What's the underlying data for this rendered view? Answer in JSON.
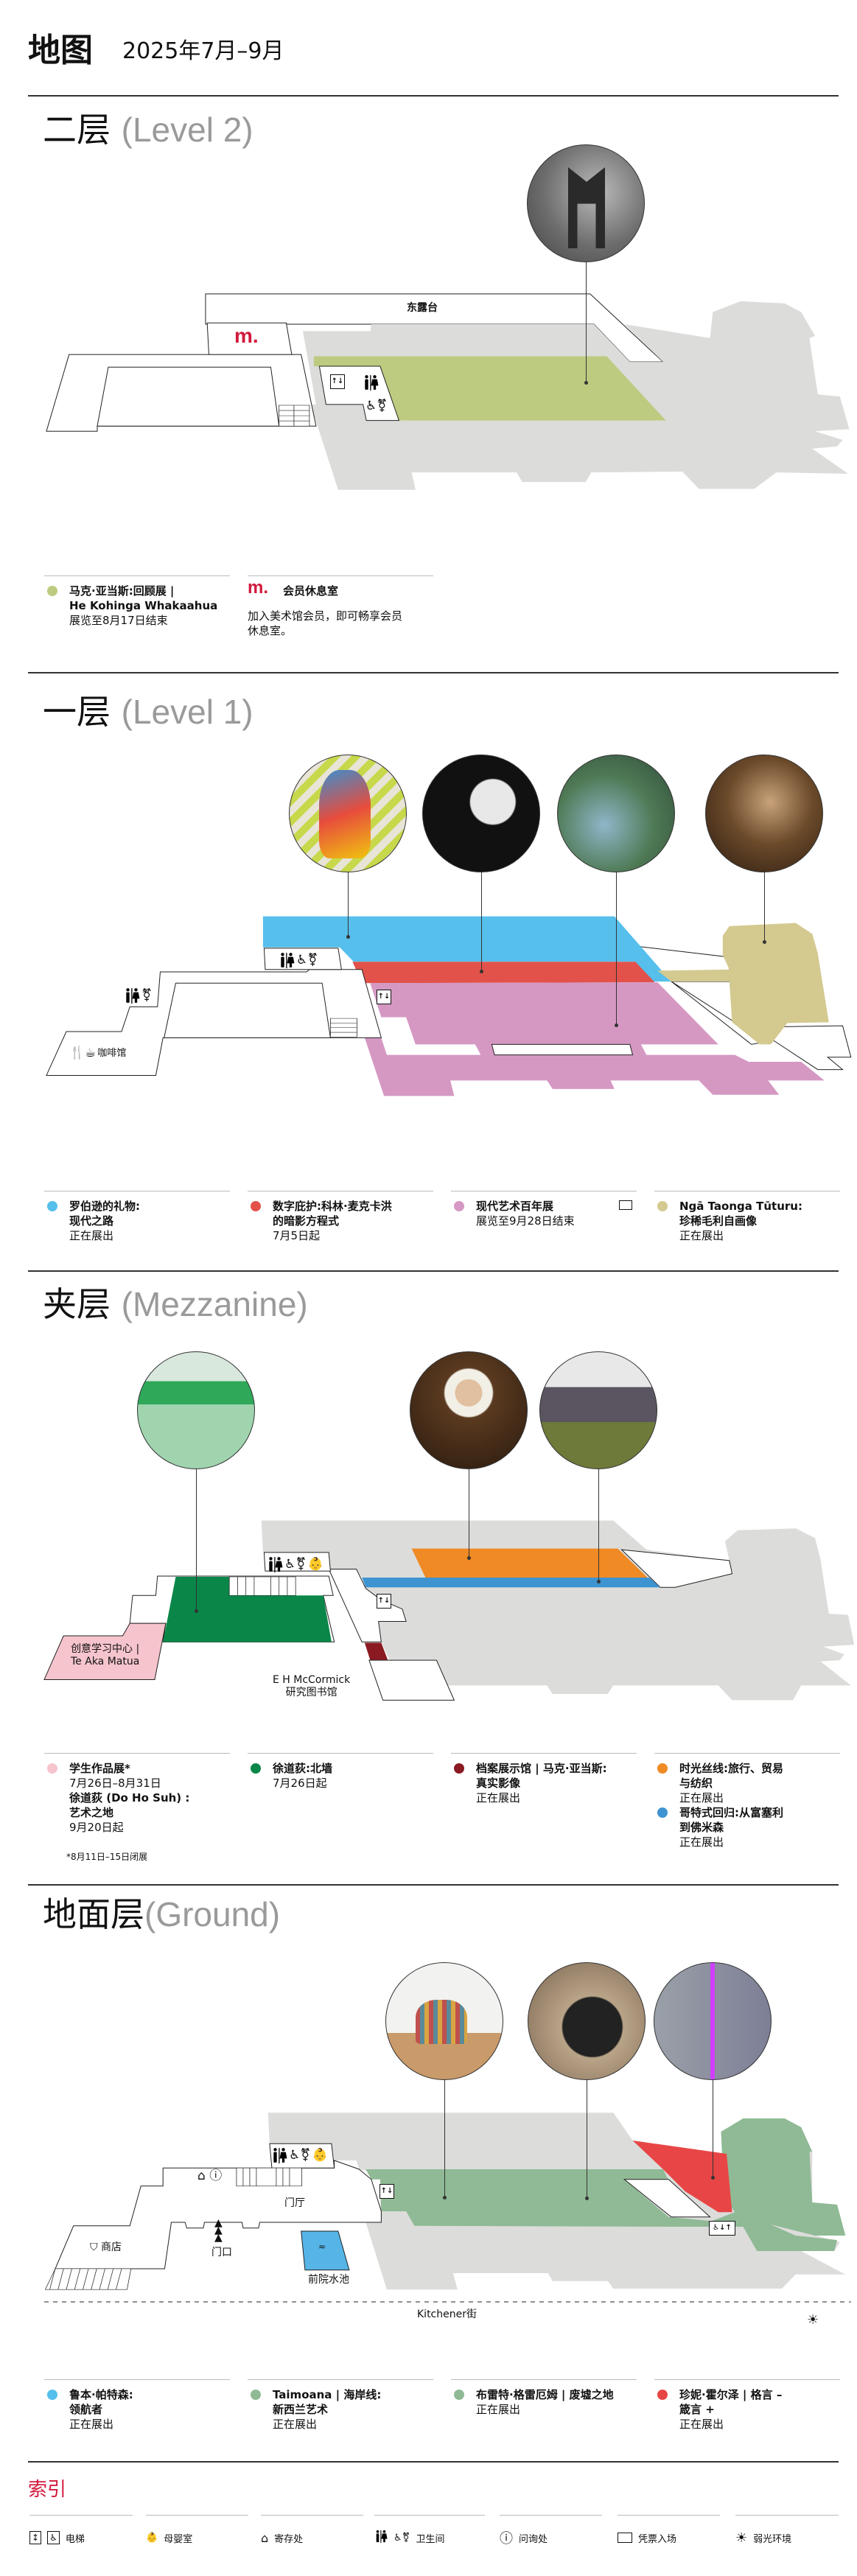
{
  "header": {
    "title": "地图",
    "date": "2025年7月–9月"
  },
  "level2": {
    "name": "二层",
    "en": "(Level 2)",
    "terrace": "东露台",
    "members_mark": "m.",
    "legend": [
      {
        "color": "#bccb7f",
        "title": [
          "马克·亚当斯:回顾展 |",
          "He Kohinga Whakaahua"
        ],
        "detail": [
          "展览至8月17日结束"
        ]
      },
      {
        "mark": "m.",
        "title": "会员休息室",
        "detail": [
          "加入美术馆会员，即可畅享会员",
          "休息室。"
        ]
      }
    ]
  },
  "level1": {
    "name": "一层",
    "en": "(Level 1)",
    "cafe": "咖啡馆",
    "legend": [
      {
        "color": "#56bfec",
        "title": [
          "罗伯逊的礼物:",
          "现代之路"
        ],
        "detail": [
          "正在展出"
        ]
      },
      {
        "color": "#e2524a",
        "title": [
          "数字庇护:科林·麦克卡洪",
          "的暗影方程式"
        ],
        "detail": [
          "7月5日起"
        ]
      },
      {
        "color": "#d598c3",
        "title": [
          "现代艺术百年展"
        ],
        "detail": [
          "展览至9月28日结束"
        ]
      },
      {
        "color": "#d4c98f",
        "title": [
          "Ngā Taonga Tūturu:",
          "珍稀毛利自画像"
        ],
        "detail": [
          "正在展出"
        ]
      }
    ]
  },
  "mezzanine": {
    "name": "夹层",
    "en": "(Mezzanine)",
    "learning_centre": [
      "创意学习中心 |",
      "Te Aka Matua"
    ],
    "library": [
      "E H McCormick",
      "研究图书馆"
    ],
    "legend": [
      {
        "color": "#f6c4cd",
        "title": [
          "学生作品展*"
        ],
        "detail": [
          "7月26日–8月31日"
        ],
        "title2": [
          "徐道荻 (Do Ho Suh) :",
          "艺术之地"
        ],
        "detail2": [
          "9月20日起"
        ]
      },
      {
        "color": "#0a8748",
        "title": [
          "徐道荻:北墙"
        ],
        "detail": [
          "7月26日起"
        ]
      },
      {
        "color": "#8b1a22",
        "title": [
          "档案展示馆 | 马克·亚当斯:",
          "真实影像"
        ],
        "detail": [
          "正在展出"
        ]
      },
      {
        "color": "#f08a24",
        "title": [
          "时光丝线:旅行、贸易",
          "与纺织"
        ],
        "detail": [
          "正在展出"
        ],
        "color2": "#3e93d1",
        "title2": [
          "哥特式回归:从富塞利",
          "到佛米森"
        ],
        "detail2": [
          "正在展出"
        ]
      }
    ],
    "footnote": "*8月11日–15日闭展"
  },
  "ground": {
    "name": "地面层",
    "en": "(Ground)",
    "foyer": "门厅",
    "entrance": "门口",
    "shop": "商店",
    "pool": "前院水池",
    "street": "Kitchener街",
    "legend": [
      {
        "color": "#56bfec",
        "title": [
          "鲁本·帕特森:",
          "领航者"
        ],
        "detail": [
          "正在展出"
        ]
      },
      {
        "color": "#8fba95",
        "title": [
          "Taimoana | 海岸线:",
          "新西兰艺术"
        ],
        "detail": [
          "正在展出"
        ]
      },
      {
        "color": "#8fba95",
        "title": [
          "布雷特·格雷厄姆 | 废墟之地"
        ],
        "detail": [
          "正在展出"
        ]
      },
      {
        "color": "#e84646",
        "title": [
          "珍妮·霍尔泽 | 格言 –",
          "箴言 +"
        ],
        "detail": [
          "正在展出"
        ]
      }
    ]
  },
  "index": {
    "title": "索引",
    "items": [
      {
        "icon": "elevator-icon",
        "label": "电梯"
      },
      {
        "icon": "parents-room-icon",
        "label": "母婴室"
      },
      {
        "icon": "cloakroom-icon",
        "label": "寄存处"
      },
      {
        "icon": "toilets-icon",
        "label": "卫生间"
      },
      {
        "icon": "information-icon",
        "label": "问询处"
      },
      {
        "icon": "ticket-icon",
        "label": "凭票入场"
      },
      {
        "icon": "low-light-icon",
        "label": "弱光环境"
      }
    ]
  },
  "colors": {
    "brand": "#d2193c",
    "gray": "#dcdcda"
  }
}
